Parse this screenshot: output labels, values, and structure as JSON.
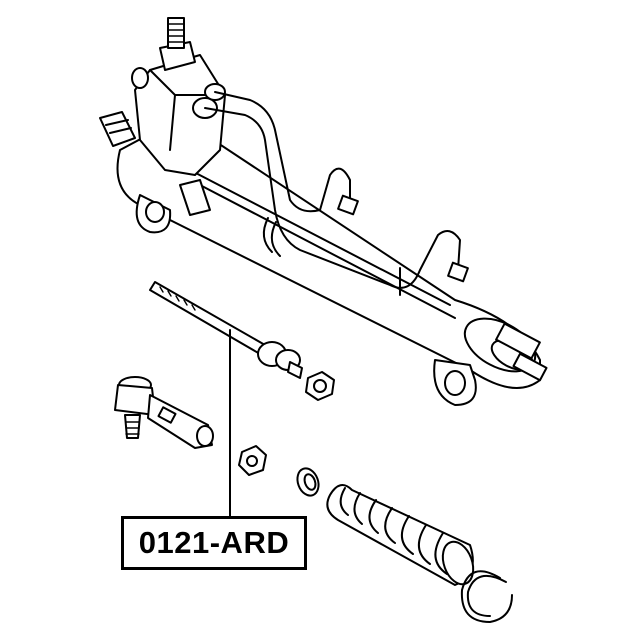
{
  "diagram": {
    "part_number": "0121-ARD",
    "components": [
      "steering-rack-housing",
      "control-valve",
      "hydraulic-lines",
      "inner-tie-rod",
      "tie-rod-end",
      "lock-nut",
      "boot-clamp",
      "rack-boot",
      "retaining-ring"
    ]
  }
}
